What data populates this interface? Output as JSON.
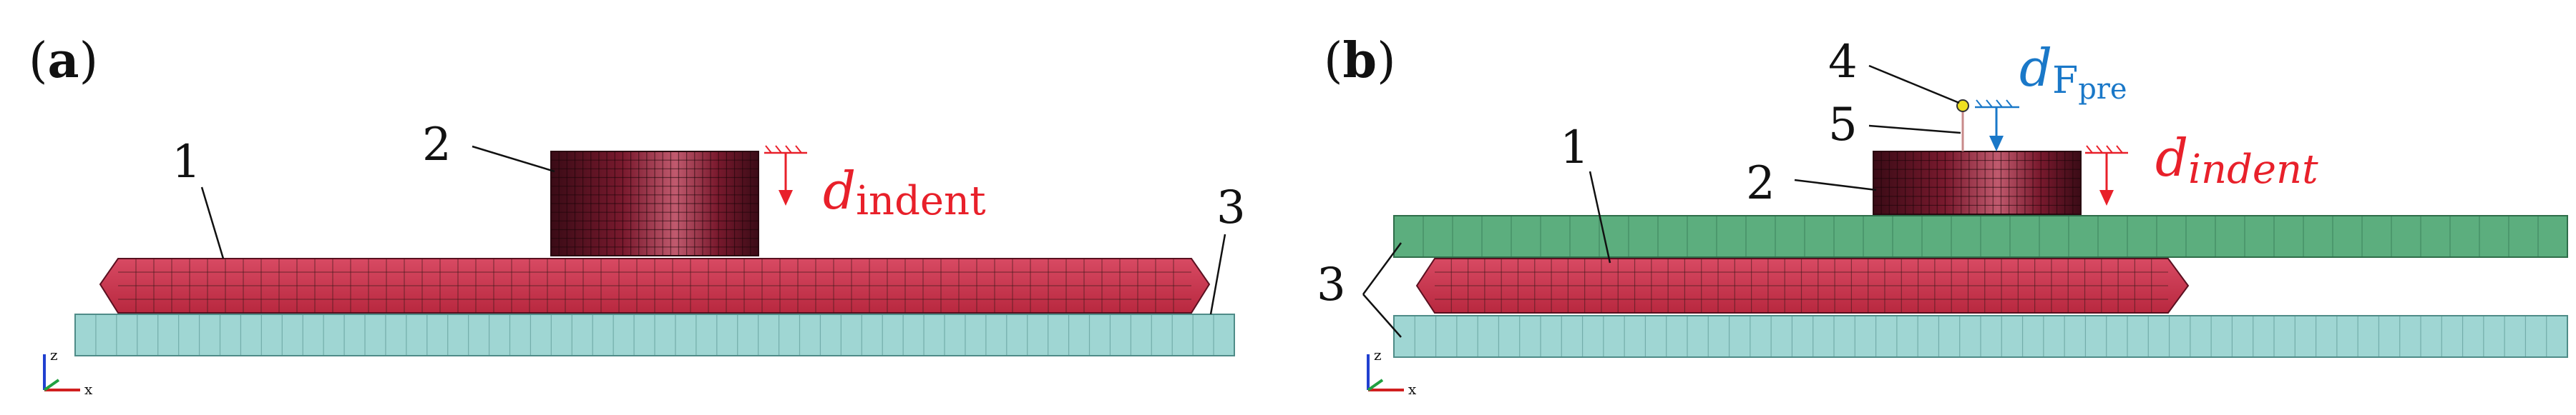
{
  "colors": {
    "specimen_red": "#c8344f",
    "indenter_dark": "#7a1a2e",
    "plate_teal": "#9fd6d3",
    "plate_green": "#5cae7e",
    "mesh_line": "#3a1a1a",
    "force_red": "#e8202a",
    "force_blue": "#1a78c8",
    "node_yellow": "#f0e020"
  },
  "panel_a": {
    "tag_open": "(",
    "tag_letter": "a",
    "tag_close": ")",
    "label_specimen": "1",
    "label_indenter": "2",
    "label_plate": "3",
    "disp_symbol": "d",
    "disp_subscript": "indent",
    "axis_z": "z",
    "axis_x": "x"
  },
  "panel_b": {
    "tag_open": "(",
    "tag_letter": "b",
    "tag_close": ")",
    "label_specimen": "1",
    "label_indenter": "2",
    "label_plates": "3",
    "label_node": "4",
    "label_spring": "5",
    "pre_symbol": "d",
    "pre_subscript_main": "F",
    "pre_subscript_sub": "pre",
    "disp_symbol": "d",
    "disp_subscript": "indent",
    "axis_z": "z",
    "axis_x": "x"
  }
}
